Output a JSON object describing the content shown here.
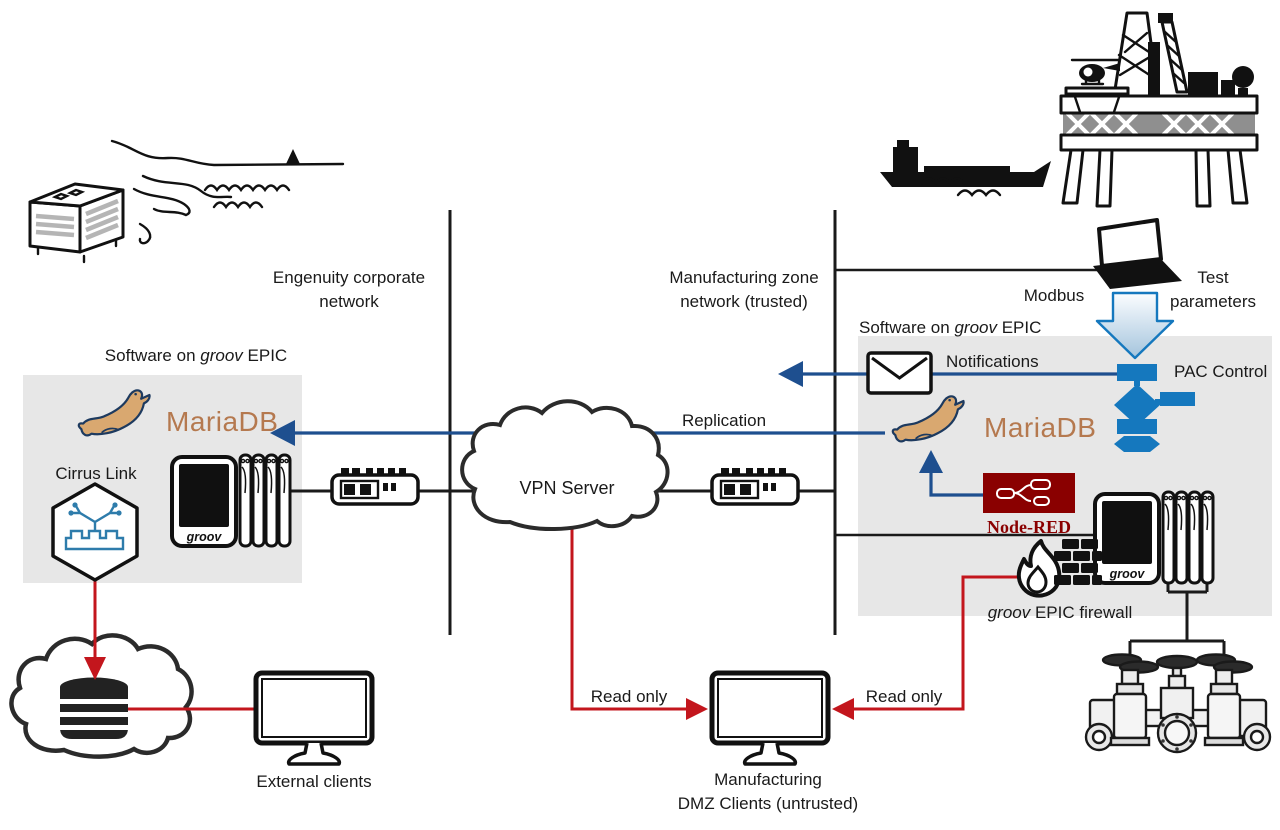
{
  "zones": {
    "corporate_line1": "Engenuity corporate",
    "corporate_line2": "network",
    "manufacturing_line1": "Manufacturing zone",
    "manufacturing_line2": "network (trusted)"
  },
  "panels": {
    "software_prefix": "Software on ",
    "groov": "groov",
    "epic_suffix": " EPIC"
  },
  "left_panel": {
    "mariadb_label": "MariaDB",
    "cirrus_link_label": "Cirrus Link",
    "groov_screen_label": "groov"
  },
  "right_panel": {
    "notifications_label": "Notifications",
    "mariadb_label": "MariaDB",
    "node_red_label": "Node-RED",
    "pac_control_label": "PAC Control",
    "groov_screen_label": "groov",
    "firewall_groov": "groov",
    "firewall_suffix": " EPIC firewall"
  },
  "center": {
    "vpn_server_label": "VPN Server",
    "replication_label": "Replication"
  },
  "top": {
    "modbus_label": "Modbus",
    "test_parameters_line1": "Test",
    "test_parameters_line2": "parameters"
  },
  "bottom": {
    "read_only_left_label": "Read only",
    "read_only_right_label": "Read only",
    "external_clients_label": "External clients",
    "dmz_clients_line1": "Manufacturing",
    "dmz_clients_line2": "DMZ Clients (untrusted)"
  },
  "colors": {
    "accent_blue": "#1e4f8f",
    "accent_red": "#c3161d",
    "pac_blue": "#1578be",
    "node_red_maroon": "#8a0000",
    "mariadb_brown": "#b5794f",
    "sea_lion_tan": "#d9a870",
    "sea_lion_navy": "#1d3a5f",
    "panel_gray": "#e7e7e7",
    "cirrus_blue": "#2e7cab",
    "line_black": "#1a1a1a"
  }
}
